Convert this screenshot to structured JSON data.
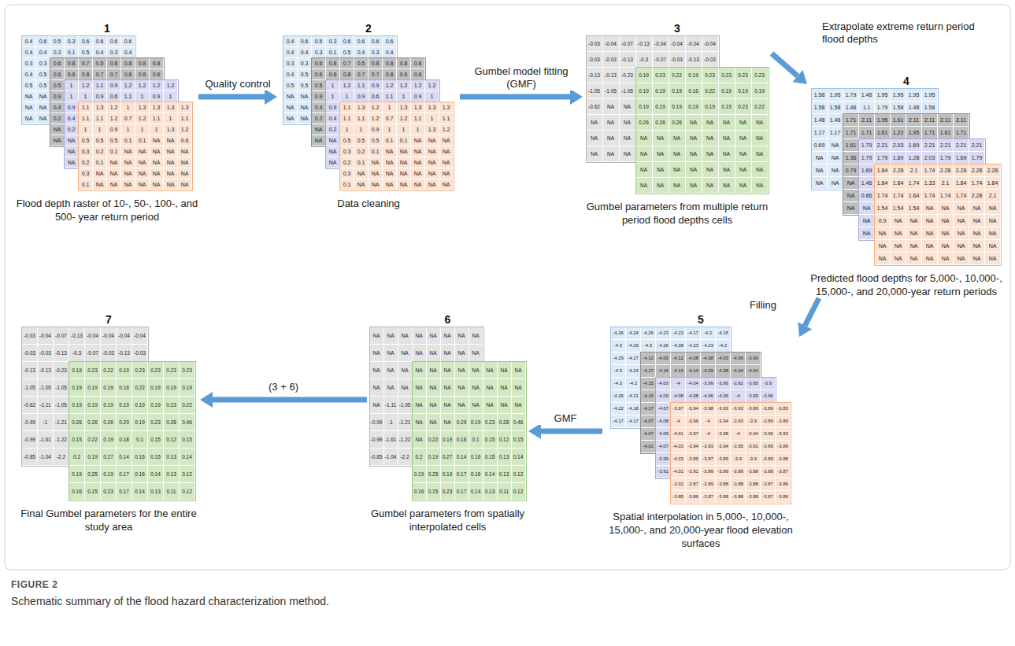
{
  "diagram": {
    "title": "FIGURE 2",
    "caption": "Schematic summary of the flood hazard characterization method.",
    "nodes": [
      {
        "text": [
          "1",
          "Flood depth raster of 10-, 50-, 100-, and 500- year return period"
        ]
      },
      {
        "in": 0,
        "text": [
          "0.4",
          "0.6",
          "0.5",
          "0.3",
          "0.6",
          "0.6",
          "0.6",
          "0.6",
          "0.4",
          "0.4",
          "0.3",
          "0.1",
          "0.5",
          "0.4",
          "0.3",
          "0.4",
          "0.3",
          "0.3",
          "0.4",
          "0.5",
          "0.5",
          "0.5",
          "NA",
          "NA",
          "NA",
          "NA",
          "NA",
          "NA"
        ]
      },
      {
        "in": 0,
        "text": [
          "0.6",
          "0.8",
          "0.7",
          "0.5",
          "0.8",
          "0.8",
          "0.8",
          "0.8",
          "0.6",
          "0.6",
          "0.8",
          "0.7",
          "0.7",
          "0.8",
          "0.6",
          "0.6",
          "0.5",
          "0.9",
          "0.4",
          "0.2",
          "NA",
          "NA"
        ]
      },
      {
        "in": 0,
        "text": [
          "1",
          "1.2",
          "1.1",
          "0.9",
          "1.2",
          "1.2",
          "1.2",
          "1.2",
          "1",
          "1",
          "0.9",
          "0.6",
          "1.1",
          "1",
          "0.9",
          "1",
          "0.9",
          "0.4",
          "0.2",
          "NA",
          "NA",
          "NA"
        ]
      },
      {
        "in": 0,
        "text": [
          "1.1",
          "1.3",
          "1.2",
          "1",
          "1.3",
          "1.3",
          "1.3",
          "1.3",
          "1.1",
          "1.1",
          "1.2",
          "0.7",
          "1.2",
          "1.1",
          "1",
          "1.1",
          "1",
          "1",
          "0.9",
          "1",
          "1",
          "1",
          "1.3",
          "1.2",
          "0.5",
          "0.5",
          "0.5",
          "0.1",
          "0.1",
          "NA",
          "NA",
          "0.6",
          "0.3",
          "0.2",
          "0.1",
          "NA",
          "NA",
          "NA",
          "NA",
          "NA",
          "0.2",
          "0.1",
          "NA",
          "NA",
          "NA",
          "NA",
          "NA",
          "NA",
          "0.3",
          "NA",
          "NA",
          "NA",
          "NA",
          "NA",
          "NA",
          "NA",
          "0.1",
          "NA",
          "NA",
          "NA",
          "NA",
          "NA",
          "NA",
          "NA"
        ]
      },
      {
        "text": [
          "2",
          "Data cleaning"
        ]
      },
      {
        "in": 5,
        "text": [
          "0.4",
          "0.6",
          "0.5",
          "0.3",
          "0.6",
          "0.6",
          "0.6",
          "0.6",
          "0.4",
          "0.4",
          "0.3",
          "0.1",
          "0.5",
          "0.4",
          "0.3",
          "0.4",
          "0.3",
          "0.3",
          "0.4",
          "0.5",
          "0.5",
          "0.5",
          "NA",
          "NA",
          "NA",
          "NA",
          "NA",
          "NA"
        ]
      },
      {
        "in": 5,
        "text": [
          "0.6",
          "0.8",
          "0.7",
          "0.5",
          "0.8",
          "0.8",
          "0.8",
          "0.8",
          "0.6",
          "0.6",
          "0.8",
          "0.7",
          "0.7",
          "0.8",
          "0.6",
          "0.6",
          "0.5",
          "0.9",
          "0.4",
          "0.2",
          "NA",
          "NA"
        ]
      },
      {
        "in": 5,
        "text": [
          "1",
          "1.2",
          "1.1",
          "0.9",
          "1.2",
          "1.2",
          "1.2",
          "1.2",
          "1",
          "1",
          "0.9",
          "0.6",
          "1.1",
          "1",
          "0.9",
          "1",
          "0.9",
          "0.4",
          "0.2",
          "NA",
          "NA",
          "NA"
        ]
      },
      {
        "in": 5,
        "text": [
          "1.1",
          "1.3",
          "1.2",
          "1",
          "1.3",
          "1.3",
          "1.3",
          "1.3",
          "1.1",
          "1.1",
          "1.2",
          "0.7",
          "1.2",
          "1.1",
          "1",
          "1.1",
          "1",
          "1",
          "0.9",
          "1",
          "1",
          "1",
          "1.3",
          "1.2",
          "0.5",
          "0.5",
          "0.5",
          "0.1",
          "0.1",
          "NA",
          "NA",
          "NA",
          "0.3",
          "0.2",
          "0.1",
          "NA",
          "NA",
          "NA",
          "NA",
          "NA",
          "0.2",
          "0.1",
          "NA",
          "NA",
          "NA",
          "NA",
          "NA",
          "NA",
          "0.3",
          "NA",
          "NA",
          "NA",
          "NA",
          "NA",
          "NA",
          "NA",
          "0.1",
          "NA",
          "NA",
          "NA",
          "NA",
          "NA",
          "NA",
          "NA"
        ]
      },
      {
        "text": [
          "3",
          "Gumbel parameters from multiple return period flood depths cells"
        ]
      },
      {
        "in": 10,
        "text": [
          "-0.03",
          "-0.04",
          "-0.07",
          "-0.13",
          "-0.04",
          "-0.04",
          "-0.04",
          "-0.04",
          "-0.03",
          "-0.03",
          "-0.13",
          "-0.3",
          "-0.07",
          "-0.03",
          "-0.13",
          "-0.03",
          "-0.13",
          "-0.13",
          "-0.23",
          "-1.05",
          "-1.05",
          "-1.05",
          "-0.62",
          "NA",
          "NA",
          "NA",
          "NA",
          "NA",
          "NA",
          "NA",
          "NA",
          "NA",
          "NA",
          "NA"
        ]
      },
      {
        "in": 10,
        "text": [
          "0.19",
          "0.23",
          "0.22",
          "0.19",
          "0.23",
          "0.23",
          "0.23",
          "0.23",
          "0.19",
          "0.19",
          "0.19",
          "0.16",
          "0.22",
          "0.19",
          "0.19",
          "0.19",
          "0.19",
          "0.19",
          "0.19",
          "0.19",
          "0.19",
          "0.19",
          "0.23",
          "0.22",
          "0.26",
          "0.26",
          "0.26",
          "NA",
          "NA",
          "NA",
          "NA",
          "NA",
          "NA",
          "NA",
          "NA",
          "NA",
          "NA",
          "NA",
          "NA",
          "NA",
          "NA",
          "NA",
          "NA",
          "NA",
          "NA",
          "NA",
          "NA",
          "NA",
          "NA",
          "NA",
          "NA",
          "NA",
          "NA",
          "NA",
          "NA",
          "NA",
          "NA",
          "NA",
          "NA",
          "NA",
          "NA",
          "NA",
          "NA",
          "NA"
        ]
      },
      {
        "text": [
          "4",
          "Predicted flood depths for 5,000-, 10,000-, 15,000-, and 20,000-year return periods"
        ]
      },
      {
        "in": 13,
        "text": [
          "1.58",
          "1.95",
          "1.79",
          "1.48",
          "1.95",
          "1.95",
          "1.95",
          "1.95",
          "1.58",
          "1.58",
          "1.48",
          "1.1",
          "1.79",
          "1.58",
          "1.48",
          "1.58",
          "1.48",
          "1.48",
          "1.17",
          "1.17",
          "0.69",
          "NA",
          "NA",
          "NA",
          "NA",
          "NA",
          "NA",
          "NA"
        ]
      },
      {
        "in": 13,
        "text": [
          "1.71",
          "2.11",
          "1.95",
          "1.61",
          "2.11",
          "2.11",
          "2.11",
          "2.11",
          "1.71",
          "1.71",
          "1.61",
          "1.22",
          "1.95",
          "1.71",
          "1.61",
          "1.71",
          "1.61",
          "1.36",
          "0.79",
          "NA",
          "NA",
          "NA"
        ]
      },
      {
        "in": 13,
        "text": [
          "1.79",
          "2.21",
          "2.03",
          "1.69",
          "2.21",
          "2.21",
          "2.21",
          "2.21",
          "1.79",
          "1.79",
          "1.69",
          "1.28",
          "2.03",
          "1.79",
          "1.69",
          "1.79",
          "1.69",
          "1.46",
          "0.86",
          "NA",
          "NA",
          "NA"
        ]
      },
      {
        "in": 13,
        "text": [
          "1.84",
          "2.28",
          "2.1",
          "1.74",
          "2.28",
          "2.28",
          "2.28",
          "2.28",
          "1.84",
          "1.84",
          "1.74",
          "1.33",
          "2.1",
          "1.84",
          "1.74",
          "1.84",
          "1.74",
          "1.74",
          "1.64",
          "1.74",
          "1.74",
          "1.74",
          "2.28",
          "2.1",
          "1.54",
          "1.54",
          "1.54",
          "NA",
          "NA",
          "NA",
          "NA",
          "NA",
          "0.9",
          "NA",
          "NA",
          "NA",
          "NA",
          "NA",
          "NA",
          "NA",
          "NA",
          "NA",
          "NA",
          "NA",
          "NA",
          "NA",
          "NA",
          "NA",
          "NA",
          "NA",
          "NA",
          "NA",
          "NA",
          "NA",
          "NA",
          "NA",
          "NA",
          "NA",
          "NA",
          "NA",
          "NA",
          "NA",
          "NA",
          "NA"
        ]
      },
      {
        "text": [
          "5",
          "Spatial interpolation in 5,000-, 10,000-, 15,000-, and 20,000-year flood elevation surfaces"
        ]
      },
      {
        "in": 18,
        "text": [
          "-4.26",
          "-4.24",
          "-4.26",
          "-4.23",
          "-4.23",
          "-4.17",
          "-4.2",
          "-4.15",
          "-4.3",
          "-4.29",
          "-4.3",
          "-4.26",
          "-4.28",
          "-4.23",
          "-4.23",
          "-4.2",
          "-4.29",
          "-4.27",
          "-4.3",
          "-4.24",
          "-4.3",
          "-4.2",
          "-4.26",
          "-4.21",
          "-4.22",
          "-4.18",
          "-4.17",
          "-4.17"
        ]
      },
      {
        "in": 18,
        "text": [
          "-4.12",
          "-4.09",
          "-4.12",
          "-4.08",
          "-4.08",
          "-4.03",
          "-4.06",
          "-3.99",
          "-4.17",
          "-4.16",
          "-4.14",
          "-4.14",
          "-4.09",
          "-4.08",
          "-4.04",
          "-4.04",
          "-4.15",
          "-4.16",
          "-4.17",
          "-4.07",
          "-4.07",
          "-4.01"
        ]
      },
      {
        "in": 18,
        "text": [
          "-4.03",
          "-4",
          "-4.04",
          "-3.99",
          "-3.96",
          "-3.92",
          "-3.95",
          "-3.9",
          "-4.09",
          "-4.08",
          "-4.08",
          "-4.06",
          "-4.06",
          "-4",
          "-3.99",
          "-3.96",
          "-4.07",
          "-4.08",
          "-4.09",
          "-4.07",
          "-3.99",
          "-3.91"
        ]
      },
      {
        "in": 18,
        "text": [
          "-3.97",
          "-3.94",
          "-3.98",
          "-3.93",
          "-3.93",
          "-3.89",
          "-3.89",
          "-3.83",
          "-4",
          "-3.96",
          "-4",
          "-3.94",
          "-3.93",
          "-3.9",
          "-3.89",
          "-3.89",
          "-4.01",
          "-3.97",
          "-4",
          "-3.98",
          "-4",
          "-3.94",
          "-3.96",
          "-3.93",
          "-4.03",
          "-3.94",
          "-3.93",
          "-3.94",
          "-3.95",
          "-3.91",
          "-3.89",
          "-3.89",
          "-4.03",
          "-3.89",
          "-3.87",
          "-3.89",
          "-3.9",
          "-3.9",
          "-3.89",
          "-3.88",
          "-4.01",
          "-3.91",
          "-3.89",
          "-3.89",
          "-3.89",
          "-3.88",
          "-3.88",
          "-3.87",
          "-3.93",
          "-3.87",
          "-3.89",
          "-3.88",
          "-3.88",
          "-3.88",
          "-3.87",
          "-3.86",
          "-3.85",
          "-3.86",
          "-3.87",
          "-3.88",
          "-3.88",
          "-3.88",
          "-3.87",
          "-3.86"
        ]
      },
      {
        "text": [
          "6",
          "Gumbel parameters from spatially interpolated cells"
        ]
      },
      {
        "in": 23,
        "text": [
          "NA",
          "NA",
          "NA",
          "NA",
          "NA",
          "NA",
          "NA",
          "NA",
          "NA",
          "NA",
          "NA",
          "NA",
          "NA",
          "NA",
          "NA",
          "NA",
          "NA",
          "NA",
          "NA",
          "NA",
          "NA",
          "NA",
          "NA",
          "-1.11",
          "-1.05",
          "-0.99",
          "-1",
          "-1.21",
          "-0.99",
          "-1.61",
          "-1.22",
          "-0.85",
          "-1.04",
          "-2.2"
        ]
      },
      {
        "in": 23,
        "text": [
          "NA",
          "NA",
          "NA",
          "NA",
          "NA",
          "NA",
          "NA",
          "NA",
          "NA",
          "NA",
          "NA",
          "NA",
          "NA",
          "NA",
          "NA",
          "NA",
          "NA",
          "NA",
          "NA",
          "NA",
          "NA",
          "NA",
          "NA",
          "NA",
          "NA",
          "NA",
          "NA",
          "0.29",
          "0.19",
          "0.23",
          "0.28",
          "0.46",
          "NA",
          "0.22",
          "0.19",
          "0.18",
          "0.1",
          "0.15",
          "0.12",
          "0.15",
          "0.2",
          "0.19",
          "0.27",
          "0.14",
          "0.16",
          "0.15",
          "0.13",
          "0.14",
          "0.19",
          "0.25",
          "0.19",
          "0.17",
          "0.16",
          "0.14",
          "0.13",
          "0.12",
          "0.16",
          "0.15",
          "0.23",
          "0.17",
          "0.14",
          "0.13",
          "0.11",
          "0.12"
        ]
      },
      {
        "text": [
          "7",
          "Final Gumbel parameters for the entire study area"
        ]
      },
      {
        "in": 26,
        "text": [
          "-0.03",
          "-0.04",
          "-0.07",
          "-0.13",
          "-0.04",
          "-0.04",
          "-0.04",
          "-0.04",
          "-0.03",
          "-0.03",
          "-0.13",
          "-0.3",
          "-0.07",
          "-0.03",
          "-0.13",
          "-0.03",
          "-0.13",
          "-0.13",
          "-0.23",
          "-1.05",
          "-1.05",
          "-1.05",
          "-0.62",
          "-1.11",
          "-1.05",
          "-0.99",
          "-1",
          "-1.21",
          "-0.99",
          "-1.61",
          "-1.22",
          "-0.85",
          "-1.04",
          "-2.2"
        ]
      },
      {
        "in": 26,
        "text": [
          "0.19",
          "0.23",
          "0.22",
          "0.19",
          "0.23",
          "0.23",
          "0.23",
          "0.23",
          "0.19",
          "0.19",
          "0.19",
          "0.16",
          "0.22",
          "0.19",
          "0.19",
          "0.19",
          "0.19",
          "0.19",
          "0.19",
          "0.19",
          "0.19",
          "0.19",
          "0.23",
          "0.22",
          "0.26",
          "0.26",
          "0.26",
          "0.29",
          "0.19",
          "0.23",
          "0.28",
          "0.46",
          "0.15",
          "0.22",
          "0.19",
          "0.18",
          "0.1",
          "0.15",
          "0.12",
          "0.15",
          "0.2",
          "0.19",
          "0.27",
          "0.14",
          "0.16",
          "0.15",
          "0.13",
          "0.14",
          "0.19",
          "0.25",
          "0.19",
          "0.17",
          "0.16",
          "0.14",
          "0.13",
          "0.12",
          "0.16",
          "0.15",
          "0.23",
          "0.17",
          "0.14",
          "0.13",
          "0.11",
          "0.12"
        ]
      }
    ],
    "edges": [
      {
        "from": 0,
        "to": 5,
        "arrow": "to",
        "label": "Quality control"
      },
      {
        "from": 5,
        "to": 10,
        "arrow": "to",
        "label": "Gumbel model fitting (GMF)"
      },
      {
        "from": 10,
        "to": 13,
        "arrow": "to",
        "label": "Extrapolate extreme return period flood depths"
      },
      {
        "from": 13,
        "to": 18,
        "arrow": "to",
        "label": "Filling"
      },
      {
        "from": 18,
        "to": 23,
        "arrow": "to",
        "label": "GMF"
      },
      {
        "from": 23,
        "to": 26,
        "arrow": "to",
        "label": "(3 + 6)"
      }
    ]
  }
}
